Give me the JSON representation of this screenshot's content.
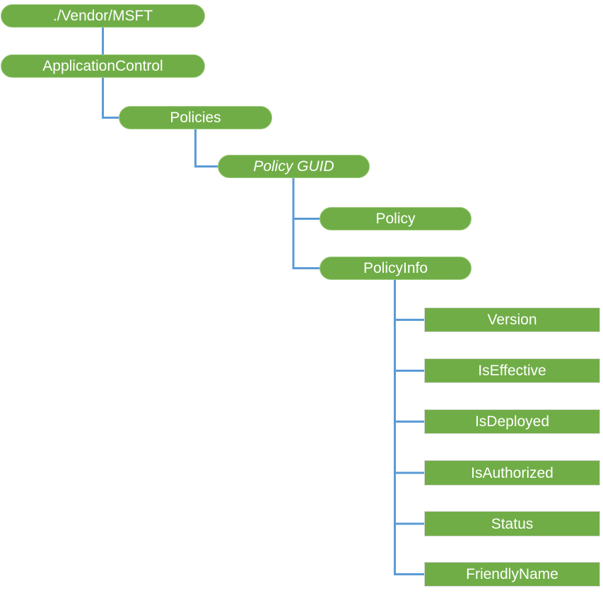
{
  "diagram": {
    "nodes": [
      {
        "id": "vendor-msft",
        "label": "./Vendor/MSFT",
        "shape": "pill",
        "italic": false
      },
      {
        "id": "application-control",
        "label": "ApplicationControl",
        "shape": "pill",
        "italic": false
      },
      {
        "id": "policies",
        "label": "Policies",
        "shape": "pill",
        "italic": false
      },
      {
        "id": "policy-guid",
        "label": "Policy GUID",
        "shape": "pill",
        "italic": true
      },
      {
        "id": "policy",
        "label": "Policy",
        "shape": "pill",
        "italic": false
      },
      {
        "id": "policy-info",
        "label": "PolicyInfo",
        "shape": "pill",
        "italic": false
      },
      {
        "id": "version",
        "label": "Version",
        "shape": "rect",
        "italic": false
      },
      {
        "id": "is-effective",
        "label": "IsEffective",
        "shape": "rect",
        "italic": false
      },
      {
        "id": "is-deployed",
        "label": "IsDeployed",
        "shape": "rect",
        "italic": false
      },
      {
        "id": "is-authorized",
        "label": "IsAuthorized",
        "shape": "rect",
        "italic": false
      },
      {
        "id": "status",
        "label": "Status",
        "shape": "rect",
        "italic": false
      },
      {
        "id": "friendly-name",
        "label": "FriendlyName",
        "shape": "rect",
        "italic": false
      }
    ],
    "edges": [
      {
        "from": "./Vendor/MSFT",
        "to": "ApplicationControl"
      },
      {
        "from": "ApplicationControl",
        "to": "Policies"
      },
      {
        "from": "Policies",
        "to": "Policy GUID"
      },
      {
        "from": "Policy GUID",
        "to": "Policy"
      },
      {
        "from": "Policy GUID",
        "to": "PolicyInfo"
      },
      {
        "from": "PolicyInfo",
        "to": "Version"
      },
      {
        "from": "PolicyInfo",
        "to": "IsEffective"
      },
      {
        "from": "PolicyInfo",
        "to": "IsDeployed"
      },
      {
        "from": "PolicyInfo",
        "to": "IsAuthorized"
      },
      {
        "from": "PolicyInfo",
        "to": "Status"
      },
      {
        "from": "PolicyInfo",
        "to": "FriendlyName"
      }
    ],
    "colors": {
      "node_fill": "#70AD47",
      "node_border": "#9CCA7C",
      "leaf_border": "#D9D9D9",
      "connector": "#5B9BD5",
      "text": "#FFFFFF",
      "background": "#FFFFFF"
    }
  }
}
